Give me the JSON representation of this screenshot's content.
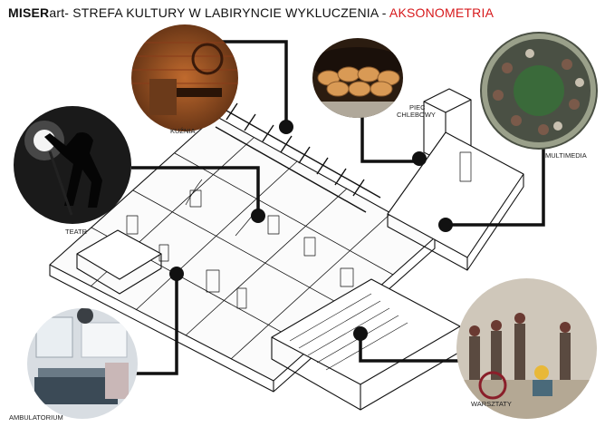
{
  "header": {
    "brand_bold": "MISER",
    "brand_rest": "art",
    "subtitle": "- STREFA KULTURY W LABIRYNCIE WYKLUCZENIA - ",
    "accent": "AKSONOMETRIA",
    "accent_color": "#d7191c"
  },
  "zones": {
    "kuznia": "KUŹNIA",
    "piec_line1": "PIEC",
    "piec_line2": "CHLEBOWY",
    "multimedia": "MULTIMEDIA",
    "teatr": "TEATR",
    "ambulatorium": "AMBULATORIUM",
    "warsztaty": "WARSZTATY"
  }
}
